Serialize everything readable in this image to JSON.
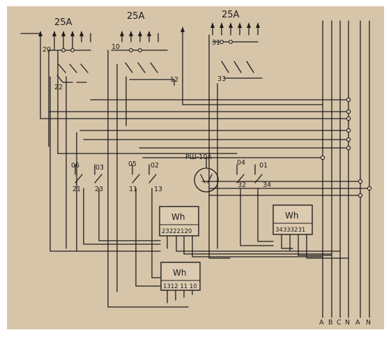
{
  "colors": {
    "paper": "#dccbb0",
    "ink": "#1e1e1e",
    "border": "#f6f3ee"
  },
  "breakers": [
    {
      "rating": "25A",
      "in": "20",
      "out": "22"
    },
    {
      "rating": "25A",
      "in": "10",
      "out": "12"
    },
    {
      "rating": "25A",
      "in": "31",
      "out": "33"
    }
  ],
  "switches": [
    "06",
    "03",
    "05",
    "02",
    "04",
    "01"
  ],
  "switch_outs": [
    "21",
    "23",
    "11",
    "13",
    "32",
    "34"
  ],
  "socket": "РШ-10А",
  "meters": [
    {
      "symbol": "Wh",
      "terminals": "23222120"
    },
    {
      "symbol": "Wh",
      "terminals": "34333231"
    },
    {
      "symbol": "Wh",
      "terminals": "1312 11 10"
    }
  ],
  "buses": [
    "A",
    "B",
    "C",
    "N",
    "A",
    "N"
  ]
}
